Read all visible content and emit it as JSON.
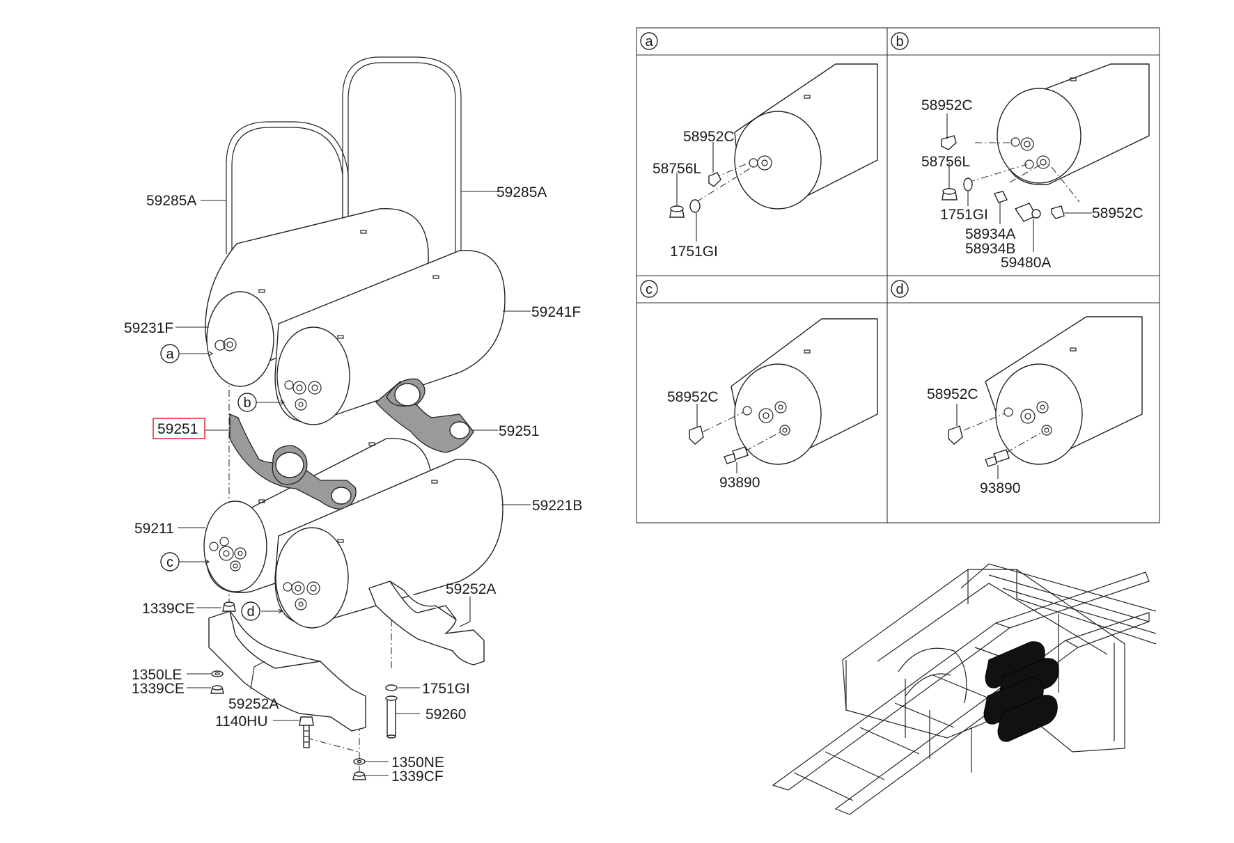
{
  "main": {
    "callouts": {
      "p59285A_l": "59285A",
      "p59285A_r": "59285A",
      "p59231F": "59231F",
      "p59241F": "59241F",
      "p59251_sel": "59251",
      "p59251": "59251",
      "p59211": "59211",
      "p59221B": "59221B",
      "p59252A_r": "59252A",
      "p1339CE_t": "1339CE",
      "p1350LE": "1350LE",
      "p1339CE_b": "1339CE",
      "p59252A_b": "59252A",
      "p1140HU": "1140HU",
      "p1751GI": "1751GI",
      "p59260": "59260",
      "p1350NE": "1350NE",
      "p1339CF": "1339CF"
    },
    "markers": {
      "a": "a",
      "b": "b",
      "c": "c",
      "d": "d"
    }
  },
  "details": {
    "a": {
      "tag": "a",
      "labels": [
        "58952C",
        "58756L",
        "1751GI"
      ]
    },
    "b": {
      "tag": "b",
      "labels": [
        "58952C",
        "58756L",
        "1751GI",
        "58934A",
        "58934B",
        "59480A",
        "58952C"
      ]
    },
    "c": {
      "tag": "c",
      "labels": [
        "58952C",
        "93890"
      ]
    },
    "d": {
      "tag": "d",
      "labels": [
        "58952C",
        "93890"
      ]
    }
  },
  "colors": {
    "line": "#222222",
    "highlight": "#e0303a",
    "bracket_fill": "#9a9a9a",
    "tank_location": "#111111"
  }
}
